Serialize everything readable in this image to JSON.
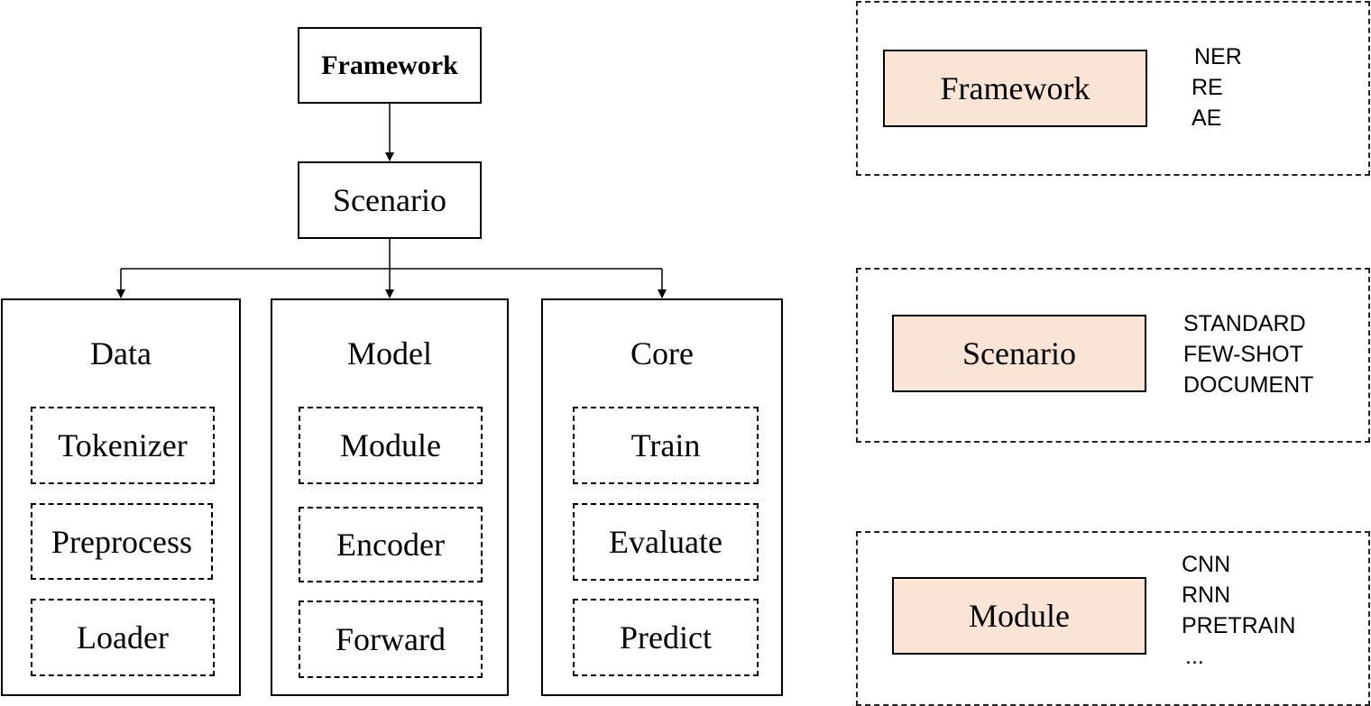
{
  "hierarchy": {
    "root": "Framework",
    "scenario": "Scenario",
    "columns": [
      {
        "title": "Data",
        "items": [
          "Tokenizer",
          "Preprocess",
          "Loader"
        ]
      },
      {
        "title": "Model",
        "items": [
          "Module",
          "Encoder",
          "Forward"
        ]
      },
      {
        "title": "Core",
        "items": [
          "Train",
          "Evaluate",
          "Predict"
        ]
      }
    ]
  },
  "legend_panels": [
    {
      "label": "Framework",
      "options": [
        "NER",
        "RE",
        "AE"
      ]
    },
    {
      "label": "Scenario",
      "options": [
        "STANDARD",
        "FEW-SHOT",
        "DOCUMENT"
      ]
    },
    {
      "label": "Module",
      "options": [
        "CNN",
        "RNN",
        "PRETRAIN",
        "..."
      ]
    }
  ],
  "colors": {
    "tag_fill": "#fae4d6",
    "stroke": "#000000"
  }
}
